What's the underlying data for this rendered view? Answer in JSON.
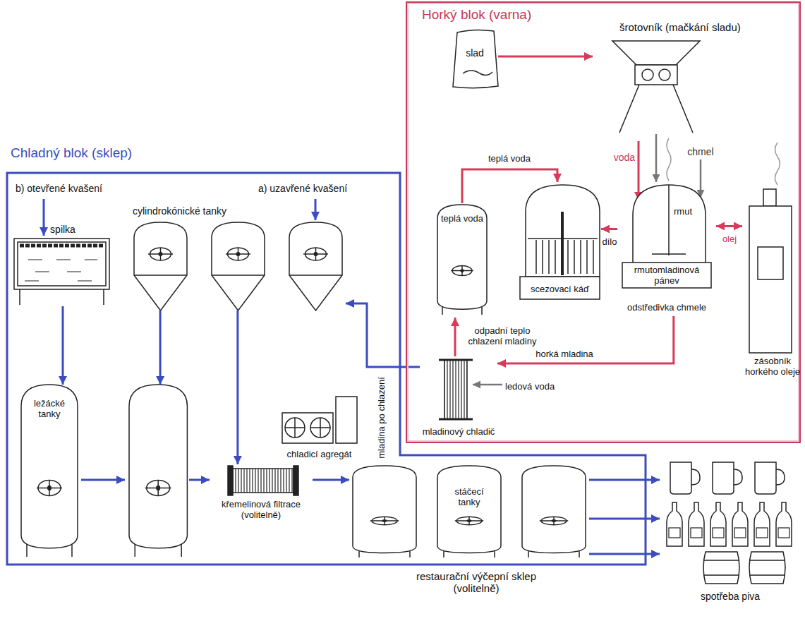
{
  "diagram": {
    "nodes": [
      {
        "text": [
          "Horký blok (varna)"
        ]
      },
      {
        "text": [
          "slad"
        ],
        "in": 0
      },
      {
        "text": [
          "šrotovník (mačkání sladu)"
        ],
        "in": 0
      },
      {
        "text": [
          "rmut",
          "rmutomladinová pánev",
          "odstředivka chmele"
        ],
        "in": 0
      },
      {
        "text": [
          "scezovací káď"
        ],
        "in": 0
      },
      {
        "text": [
          "teplá voda"
        ],
        "in": 0
      },
      {
        "text": [
          "zásobník horkého oleje"
        ],
        "in": 0
      },
      {
        "text": [
          "mladinový chladič"
        ],
        "in": 0
      },
      {
        "text": [
          "Chladný blok (sklep)"
        ]
      },
      {
        "text": [
          "spilka"
        ],
        "in": 8
      },
      {
        "text": [
          "cylindrokónické tanky"
        ],
        "in": 8
      },
      {
        "text": [
          "ležácké tanky"
        ],
        "in": 8
      },
      {
        "text": [
          "křemelinová filtrace (volitelně)"
        ],
        "in": 8
      },
      {
        "text": [
          "chladicí agregát"
        ],
        "in": 8
      },
      {
        "text": [
          "stáčecí tanky"
        ],
        "in": 8
      },
      {
        "text": [
          "spotřeba piva"
        ]
      }
    ],
    "edges": [
      {
        "from": 1,
        "to": 2,
        "arrow": "to"
      },
      {
        "from": 2,
        "to": 3,
        "arrow": "to"
      },
      {
        "from": 3,
        "to": 4,
        "label": "dílo",
        "arrow": "to"
      },
      {
        "from": 5,
        "to": 4,
        "label": "teplá voda",
        "arrow": "to"
      },
      {
        "from": 6,
        "to": 3,
        "label": "olej",
        "arrow": "both"
      },
      {
        "from": 3,
        "to": 7,
        "label": "horká mladina",
        "arrow": "to"
      },
      {
        "from": 7,
        "to": 5,
        "label": "odpadní teplo chlazení mladiny",
        "arrow": "to"
      },
      {
        "from": 7,
        "to": 10,
        "label": "mladina po chlazení",
        "arrow": "to"
      },
      {
        "from": 9,
        "to": 11,
        "arrow": "to"
      },
      {
        "from": 10,
        "to": 11,
        "arrow": "to"
      },
      {
        "from": 10,
        "to": 12,
        "arrow": "to"
      },
      {
        "from": 11,
        "to": 12,
        "arrow": "to"
      },
      {
        "from": 12,
        "to": 14,
        "arrow": "to"
      },
      {
        "from": 14,
        "to": 15,
        "arrow": "to"
      },
      {
        "from": 14,
        "to": 15,
        "arrow": "to"
      },
      {
        "from": 14,
        "to": 15,
        "arrow": "to"
      }
    ],
    "labels": [
      "voda",
      "chmel",
      "ledová voda",
      "b) otevřené kvašení",
      "a) uzavřené kvašení",
      "restaurační výčepní sklep (volitelně)"
    ]
  }
}
